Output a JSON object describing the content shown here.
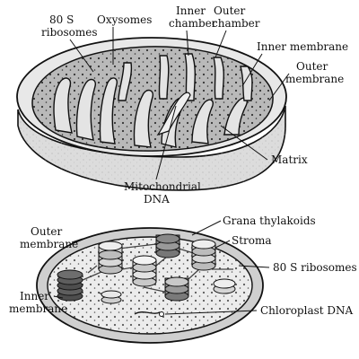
{
  "mitochondrion": {
    "labels": {
      "ribosomes_80s_line1": "80 S",
      "ribosomes_80s_line2": "ribosomes",
      "oxysomes": "Oxysomes",
      "inner_chamber_line1": "Inner",
      "inner_chamber_line2": "chamber",
      "outer_chamber_line1": "Outer",
      "outer_chamber_line2": "chamber",
      "inner_membrane": "Inner membrane",
      "outer_membrane_line1": "Outer",
      "outer_membrane_line2": "membrane",
      "matrix": "Matrix",
      "mito_dna_line1": "Mitochondrial",
      "mito_dna_line2": "DNA"
    }
  },
  "chloroplast": {
    "labels": {
      "outer_membrane_line1": "Outer",
      "outer_membrane_line2": "membrane",
      "grana_thylakoids": "Grana thylakoids",
      "stroma": "Stroma",
      "ribosomes_80s": "80 S ribosomes",
      "inner_membrane_line1": "Inner",
      "inner_membrane_line2": "membrane",
      "chloroplast_dna": "Chloroplast DNA"
    }
  },
  "colors": {
    "ink": "#111111",
    "outer_wall": "#dcdcdc",
    "matrix_fill": "#b8b8b8",
    "cristae_fill": "#e6e6e6",
    "stroma_fill": "#ebebeb",
    "grana_dark": "#5a5a5a",
    "grana_light": "#cfcfcf"
  }
}
